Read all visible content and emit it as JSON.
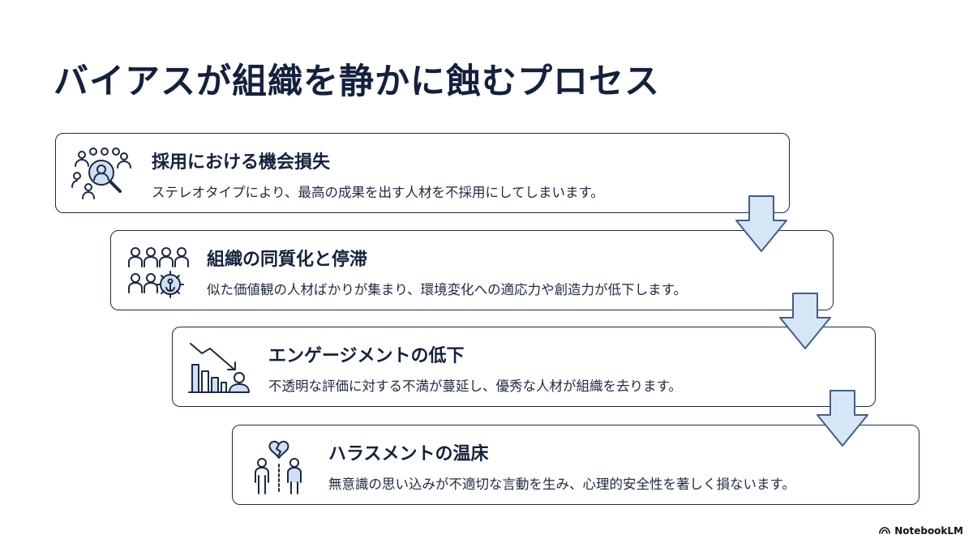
{
  "title": "バイアスが組織を静かに蝕むプロセス",
  "steps": [
    {
      "heading": "採用における機会損失",
      "description": "ステレオタイプにより、最高の成果を出す人材を不採用にしてしまいます。",
      "icon": "recruitment-search-icon"
    },
    {
      "heading": "組織の同質化と停滞",
      "description": "似た価値観の人材ばかりが集まり、環境変化への適応力や創造力が低下します。",
      "icon": "homogeneous-team-icon"
    },
    {
      "heading": "エンゲージメントの低下",
      "description": "不透明な評価に対する不満が蔓延し、優秀な人材が組織を去ります。",
      "icon": "declining-chart-icon"
    },
    {
      "heading": "ハラスメントの温床",
      "description": "無意識の思い込みが不適切な言動を生み、心理的安全性を著しく損ないます。",
      "icon": "broken-heart-people-icon"
    }
  ],
  "arrow_icon": "down-arrow-icon",
  "branding": {
    "label": "NotebookLM",
    "icon": "notebooklm-logo-icon"
  },
  "colors": {
    "title": "#13213d",
    "card_border": "#1c2a44",
    "arrow_fill": "#d7e6f7",
    "arrow_stroke": "#3f5f8a",
    "icon_accent": "#cfe0f4"
  }
}
